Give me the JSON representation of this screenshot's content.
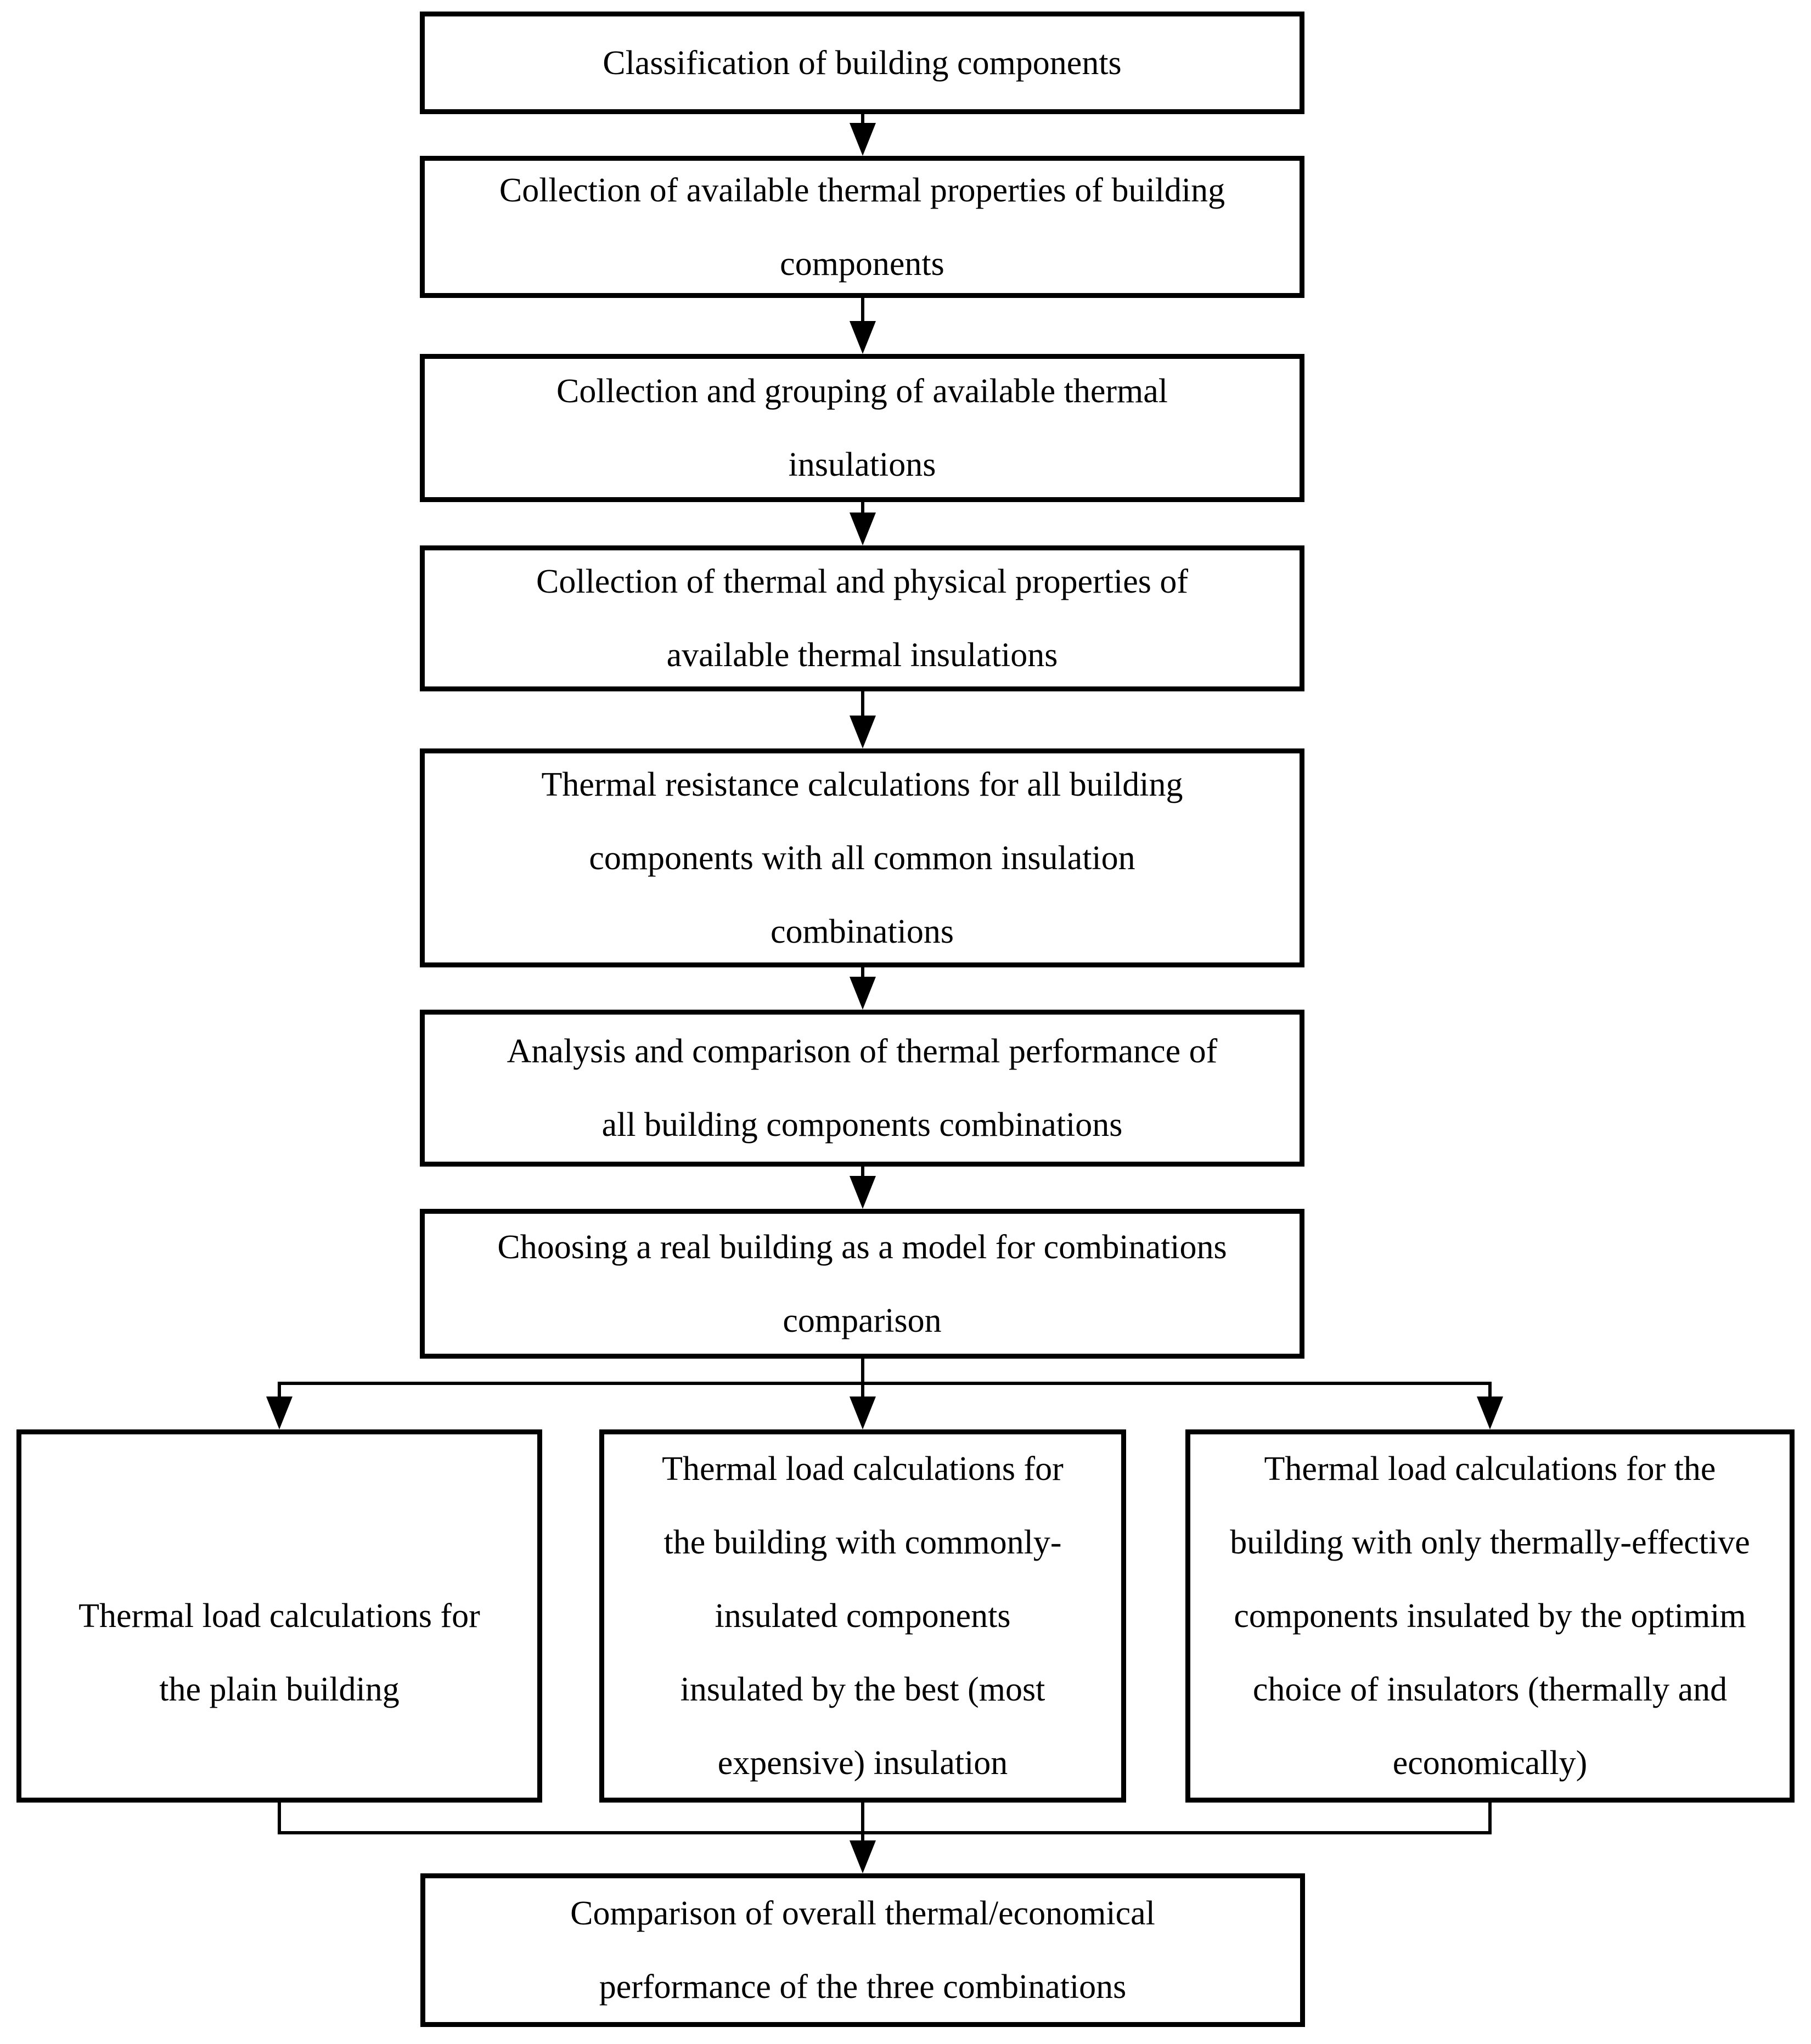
{
  "diagram": {
    "type": "flowchart",
    "background_color": "#ffffff",
    "stroke_color": "#000000",
    "nodes": [
      {
        "id": "classification-of-building-components",
        "lines": [
          "Classification of building components"
        ]
      },
      {
        "id": "collection-of-available-thermal-properties",
        "lines": [
          "Collection of available thermal properties of building",
          "components"
        ]
      },
      {
        "id": "collection-and-grouping-of-insulations",
        "lines": [
          "Collection and grouping of available thermal",
          "insulations"
        ]
      },
      {
        "id": "collection-of-properties-of-insulations",
        "lines": [
          "Collection of thermal and physical properties of",
          "available thermal insulations"
        ]
      },
      {
        "id": "thermal-resistance-calculations",
        "lines": [
          "Thermal resistance calculations for all building",
          "components with all common insulation",
          "combinations"
        ]
      },
      {
        "id": "analysis-and-comparison",
        "lines": [
          "Analysis and comparison of thermal performance of",
          "all building components combinations"
        ]
      },
      {
        "id": "choosing-a-real-building",
        "lines": [
          "Choosing a real building as a model for combinations",
          "comparison"
        ]
      },
      {
        "id": "thermal-load-plain-building",
        "lines": [
          "Thermal load calculations for",
          "the plain building"
        ]
      },
      {
        "id": "thermal-load-commonly-insulated",
        "lines": [
          "Thermal load calculations for",
          "the building with commonly-",
          "insulated components",
          "insulated by the best (most",
          "expensive) insulation"
        ]
      },
      {
        "id": "thermal-load-optimum-insulated",
        "lines": [
          "Thermal load calculations for the",
          "building with only thermally-effective",
          "components insulated by the optimim",
          "choice of insulators (thermally and",
          "economically)"
        ]
      },
      {
        "id": "comparison-of-overall-performance",
        "lines": [
          "Comparison of overall thermal/economical",
          "performance of the three combinations"
        ]
      }
    ],
    "edges": [
      {
        "from": "classification-of-building-components",
        "to": "collection-of-available-thermal-properties"
      },
      {
        "from": "collection-of-available-thermal-properties",
        "to": "collection-and-grouping-of-insulations"
      },
      {
        "from": "collection-and-grouping-of-insulations",
        "to": "collection-of-properties-of-insulations"
      },
      {
        "from": "collection-of-properties-of-insulations",
        "to": "thermal-resistance-calculations"
      },
      {
        "from": "thermal-resistance-calculations",
        "to": "analysis-and-comparison"
      },
      {
        "from": "analysis-and-comparison",
        "to": "choosing-a-real-building"
      },
      {
        "from": "choosing-a-real-building",
        "to": "thermal-load-plain-building"
      },
      {
        "from": "choosing-a-real-building",
        "to": "thermal-load-commonly-insulated"
      },
      {
        "from": "choosing-a-real-building",
        "to": "thermal-load-optimum-insulated"
      },
      {
        "from": "thermal-load-plain-building",
        "to": "comparison-of-overall-performance"
      },
      {
        "from": "thermal-load-commonly-insulated",
        "to": "comparison-of-overall-performance"
      },
      {
        "from": "thermal-load-optimum-insulated",
        "to": "comparison-of-overall-performance"
      }
    ]
  }
}
